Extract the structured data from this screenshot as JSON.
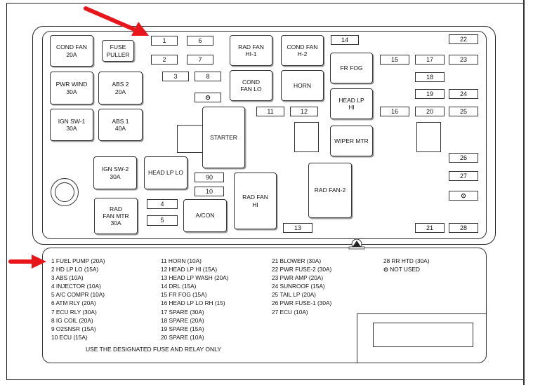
{
  "relays_top_left": [
    {
      "id": "cond-fan-20a",
      "text": "COND FAN\n20A"
    },
    {
      "id": "fuse-puller",
      "text": "FUSE\nPULLER"
    },
    {
      "id": "pwr-wind-30a",
      "text": "PWR WIND\n30A"
    },
    {
      "id": "abs2-20a",
      "text": "ABS  2\n20A"
    },
    {
      "id": "ign-sw1-30a",
      "text": "IGN SW-1\n30A"
    },
    {
      "id": "abs1-40a",
      "text": "ABS 1\n40A"
    },
    {
      "id": "ign-sw2-30a",
      "text": "IGN SW-2\n30A"
    },
    {
      "id": "head-lp-lo",
      "text": "HEAD LP LO"
    },
    {
      "id": "rad-fan-mtr-30a",
      "text": "RAD\nFAN MTR\n30A"
    },
    {
      "id": "acon",
      "text": "A/CON"
    },
    {
      "id": "starter",
      "text": "STARTER"
    }
  ],
  "relays_mid": [
    {
      "id": "rad-fan-hi1",
      "text": "RAD FAN\nHI-1"
    },
    {
      "id": "cond-fan-h2",
      "text": "COND FAN\nH-2"
    },
    {
      "id": "cond-fan-lo",
      "text": "COND\nFAN LO"
    },
    {
      "id": "horn",
      "text": "HORN"
    },
    {
      "id": "fr-fog",
      "text": "FR FOG"
    },
    {
      "id": "head-lp-hi",
      "text": "HEAD LP\nHI"
    },
    {
      "id": "wiper-mtr",
      "text": "WIPER MTR"
    },
    {
      "id": "rad-fan-hi",
      "text": "RAD FAN\nHI"
    },
    {
      "id": "rad-fan-2",
      "text": "RAD FAN-2"
    }
  ],
  "fuse_numbers": [
    "1",
    "2",
    "3",
    "4",
    "5",
    "6",
    "7",
    "8",
    "10",
    "11",
    "12",
    "13",
    "14",
    "15",
    "16",
    "17",
    "18",
    "19",
    "20",
    "21",
    "22",
    "23",
    "24",
    "25",
    "26",
    "27",
    "28",
    "90"
  ],
  "legend": {
    "col1": [
      "1 FUEL PUMP (20A)",
      "2 HD LP LO (15A)",
      "3 ABS (10A)",
      "4 INJECTOR (10A)",
      "5 A/C COMPR (10A)",
      "6 ATM RLY (20A)",
      "7 ECU RLY (30A)",
      "8 IG COIL (20A)",
      "9 O2SNSR (15A)",
      "10 ECU (15A)"
    ],
    "col2": [
      "11 HORN (10A)",
      "12 HEAD LP HI (15A)",
      "13 HEAD LP WASH (20A)",
      "14 DRL (15A)",
      "15 FR FOG (15A)",
      "16 HEAD LP LO RH (15)",
      "17 SPARE (30A)",
      "18 SPARE (20A)",
      "19 SPARE (15A)",
      "20 SPARE (10A)"
    ],
    "col3": [
      "21 BLOWER (30A)",
      "22 PWR FUSE-2 (30A)",
      "23 PWR AMP (20A)",
      "24 SUNROOF (15A)",
      "25 TAIL LP (20A)",
      "26 PWR FUSE-1 (30A)",
      "27 ECU (10A)"
    ],
    "col4": [
      "28 RR HTD (30A)"
    ],
    "not_used": "NOT USED",
    "note": "USE THE DESIGNATED FUSE AND RELAY ONLY"
  },
  "colors": {
    "arrow": "#e8161b",
    "line": "#333333"
  }
}
